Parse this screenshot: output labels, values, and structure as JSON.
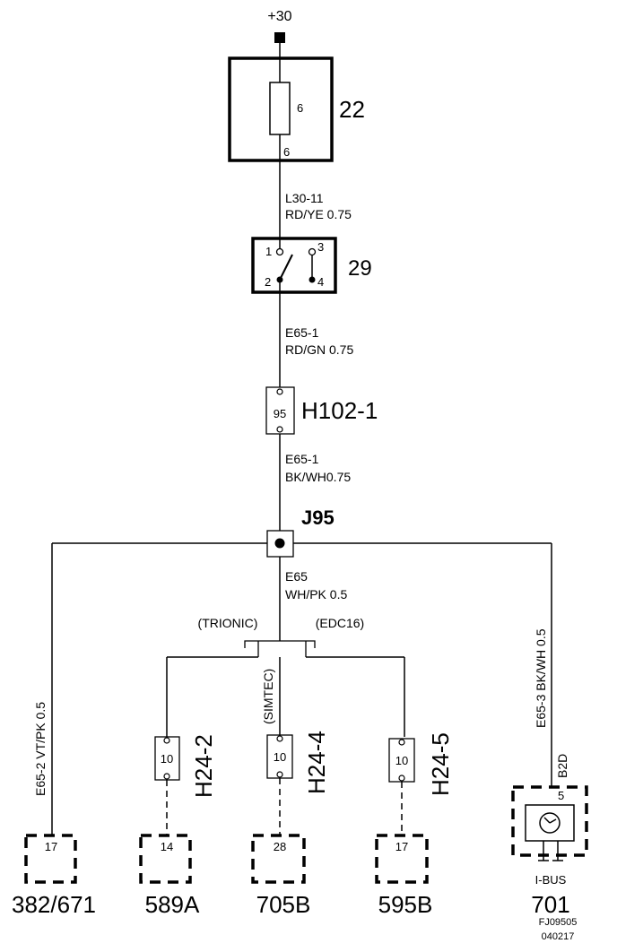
{
  "supply": "+30",
  "fuse": {
    "id": "22",
    "value": "6",
    "pin": "6"
  },
  "wire_1": {
    "code": "L30-11",
    "spec": "RD/YE  0.75"
  },
  "switch": {
    "id": "29",
    "pins": [
      "1",
      "3",
      "2",
      "4"
    ]
  },
  "wire_2": {
    "code": "E65-1",
    "spec": "RD/GN  0.75"
  },
  "connector_h102": {
    "id": "H102-1",
    "pin": "95"
  },
  "wire_3": {
    "code": "E65-1",
    "spec": "BK/WH0.75"
  },
  "junction": {
    "id": "J95"
  },
  "wire_4": {
    "code": "E65",
    "spec": "WH/PK 0.5"
  },
  "variants": {
    "left": "(TRIONIC)",
    "middle": "(SIMTEC)",
    "right": "(EDC16)"
  },
  "wire_left": "E65-2  VT/PK  0.5",
  "wire_right": "E65-3  BK/WH  0.5",
  "connectors": [
    {
      "id": "H24-2",
      "pin": "10"
    },
    {
      "id": "H24-4",
      "pin": "10"
    },
    {
      "id": "H24-5",
      "pin": "10"
    }
  ],
  "b2d": "B2D",
  "bottom_units": [
    {
      "id": "382/671",
      "pin": "17"
    },
    {
      "id": "589A",
      "pin": "14"
    },
    {
      "id": "705B",
      "pin": "28"
    },
    {
      "id": "595B",
      "pin": "17"
    },
    {
      "id": "701",
      "pin": "5",
      "label": "I-BUS"
    }
  ],
  "doc_ref": {
    "code": "FJ09505",
    "date": "040217"
  }
}
